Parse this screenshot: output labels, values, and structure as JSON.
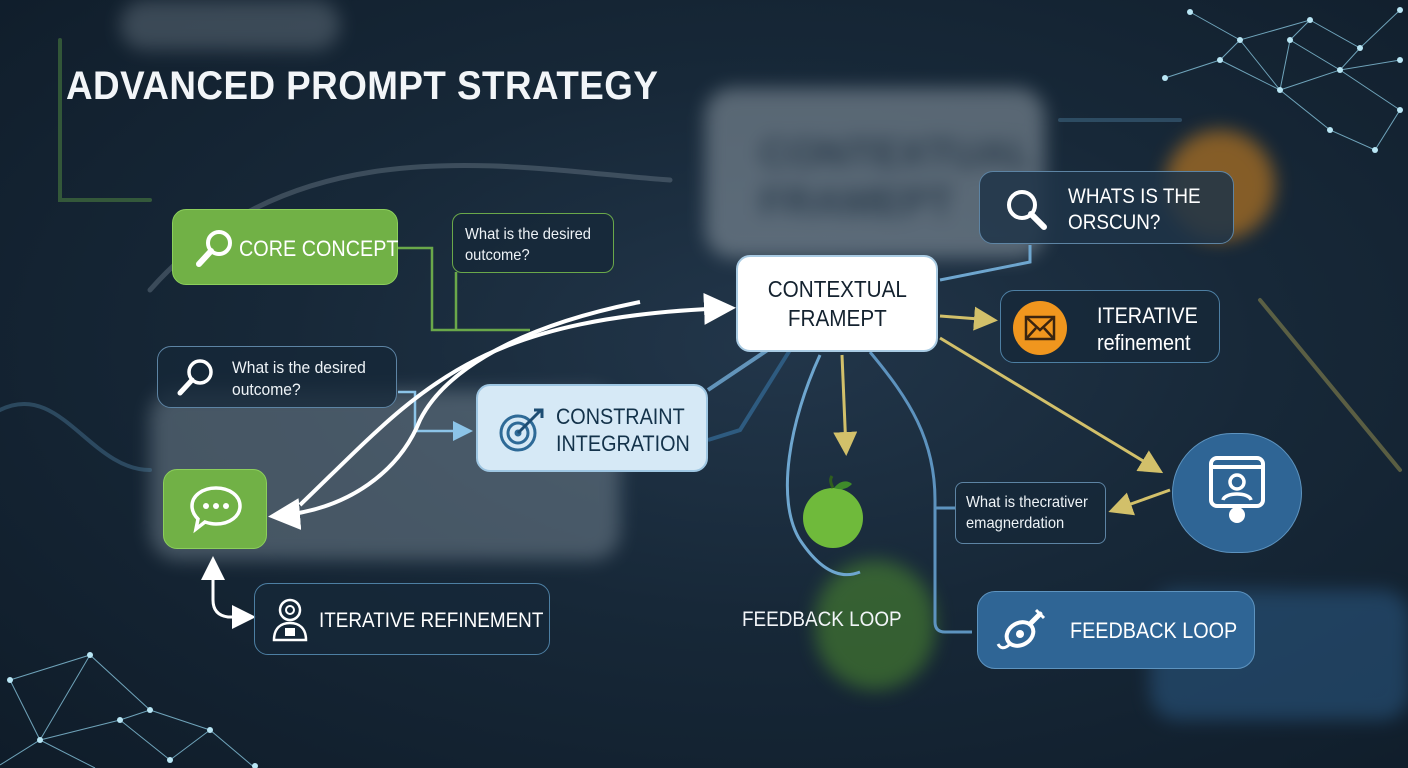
{
  "title": "ADVANCED PROMPT STRATEGY",
  "nodes": {
    "core_concept": "CORE CONCEPT",
    "question_top": [
      "What is the desired",
      "outcome?"
    ],
    "question_left": [
      "What is the desired",
      "outcome?"
    ],
    "constraint": [
      "CONSTRAINT",
      "INTEGRATION"
    ],
    "contextual": [
      "CONTEXTUAL",
      "FRAMEPT"
    ],
    "whats": [
      "WHATS IS THE",
      "ORSCUN?"
    ],
    "iterative_right": [
      "ITERATIVE",
      "refinement"
    ],
    "iterative_bottom": "ITERATIVE REFINEMENT",
    "feedback_center": "FEEDBACK LOOP",
    "feedback_right": "FEEDBACK LOOP",
    "question_creative": [
      "What is thecrativer",
      "emagnerdation"
    ]
  },
  "background_text": [
    "CONTEXTUAL",
    "FRAMEPT"
  ],
  "colors": {
    "background": "#172838",
    "green": "#71b146",
    "blue": "#2f6595",
    "orange": "#f0961e",
    "arrow_white": "#ffffff",
    "arrow_gold": "#d2c06a",
    "line_blue": "#5d93bf"
  },
  "icons": [
    "magnifier-icon",
    "chat-bubble-icon",
    "target-icon",
    "envelope-icon",
    "apple-icon",
    "id-card-icon",
    "cable-icon",
    "person-badge-icon",
    "network-mesh-icon"
  ]
}
